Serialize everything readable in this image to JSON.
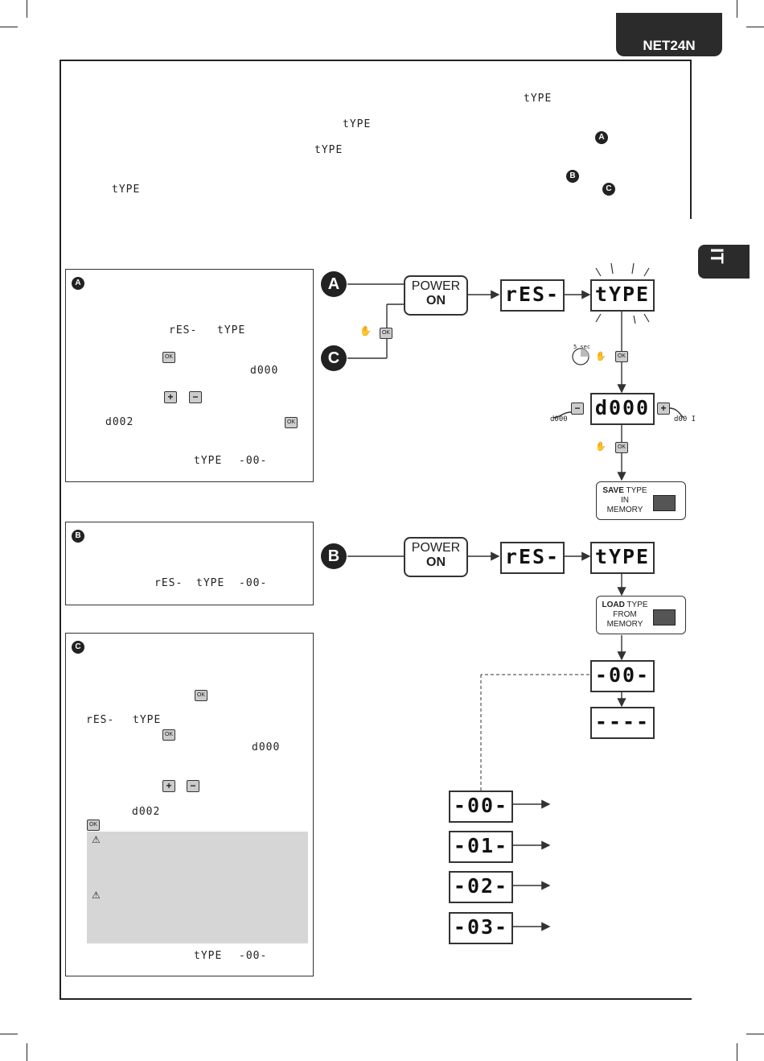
{
  "header": {
    "model": "NET24N",
    "lang": "IT"
  },
  "intro": {
    "seg_type": "tYPE",
    "refs": {
      "a": "A",
      "b": "B",
      "c": "C"
    }
  },
  "panel_a": {
    "badge": "A",
    "seg_res": "rES-",
    "seg_type": "tYPE",
    "ok": "OK",
    "seg_d000": "d000",
    "plus": "+",
    "minus": "−",
    "seg_d002": "d002",
    "seg_type_end": "tYPE",
    "seg_00": "-00-"
  },
  "panel_b": {
    "badge": "B",
    "seg_res": "rES-",
    "seg_type": "tYPE",
    "seg_00": "-00-"
  },
  "panel_c": {
    "badge": "C",
    "ok": "OK",
    "seg_res": "rES-",
    "seg_type": "tYPE",
    "seg_d000": "d000",
    "plus": "+",
    "minus": "−",
    "seg_d002": "d002",
    "warn_icon": "⚠",
    "seg_type_end": "tYPE",
    "seg_00": "-00-"
  },
  "diagram": {
    "label_a": "A",
    "label_b": "B",
    "label_c": "C",
    "power_l1": "POWER",
    "power_l2": "ON",
    "lcd_res": "rES-",
    "lcd_type": "tYPE",
    "lcd_d000": "d000",
    "lcd_00": "-00-",
    "lcd_blank": "----",
    "lcd_01": "-01-",
    "lcd_02": "-02-",
    "lcd_03": "-03-",
    "five_sec": "5 sec",
    "ok": "OK",
    "minus": "−",
    "plus": "+",
    "small_d000": "d000",
    "small_d001": "d00 I",
    "save_bold": "SAVE",
    "save_rest": " TYPE",
    "save_l2": "IN",
    "save_l3": "MEMORY",
    "load_bold": "LOAD",
    "load_rest": " TYPE",
    "load_l2": "FROM",
    "load_l3": "MEMORY"
  }
}
